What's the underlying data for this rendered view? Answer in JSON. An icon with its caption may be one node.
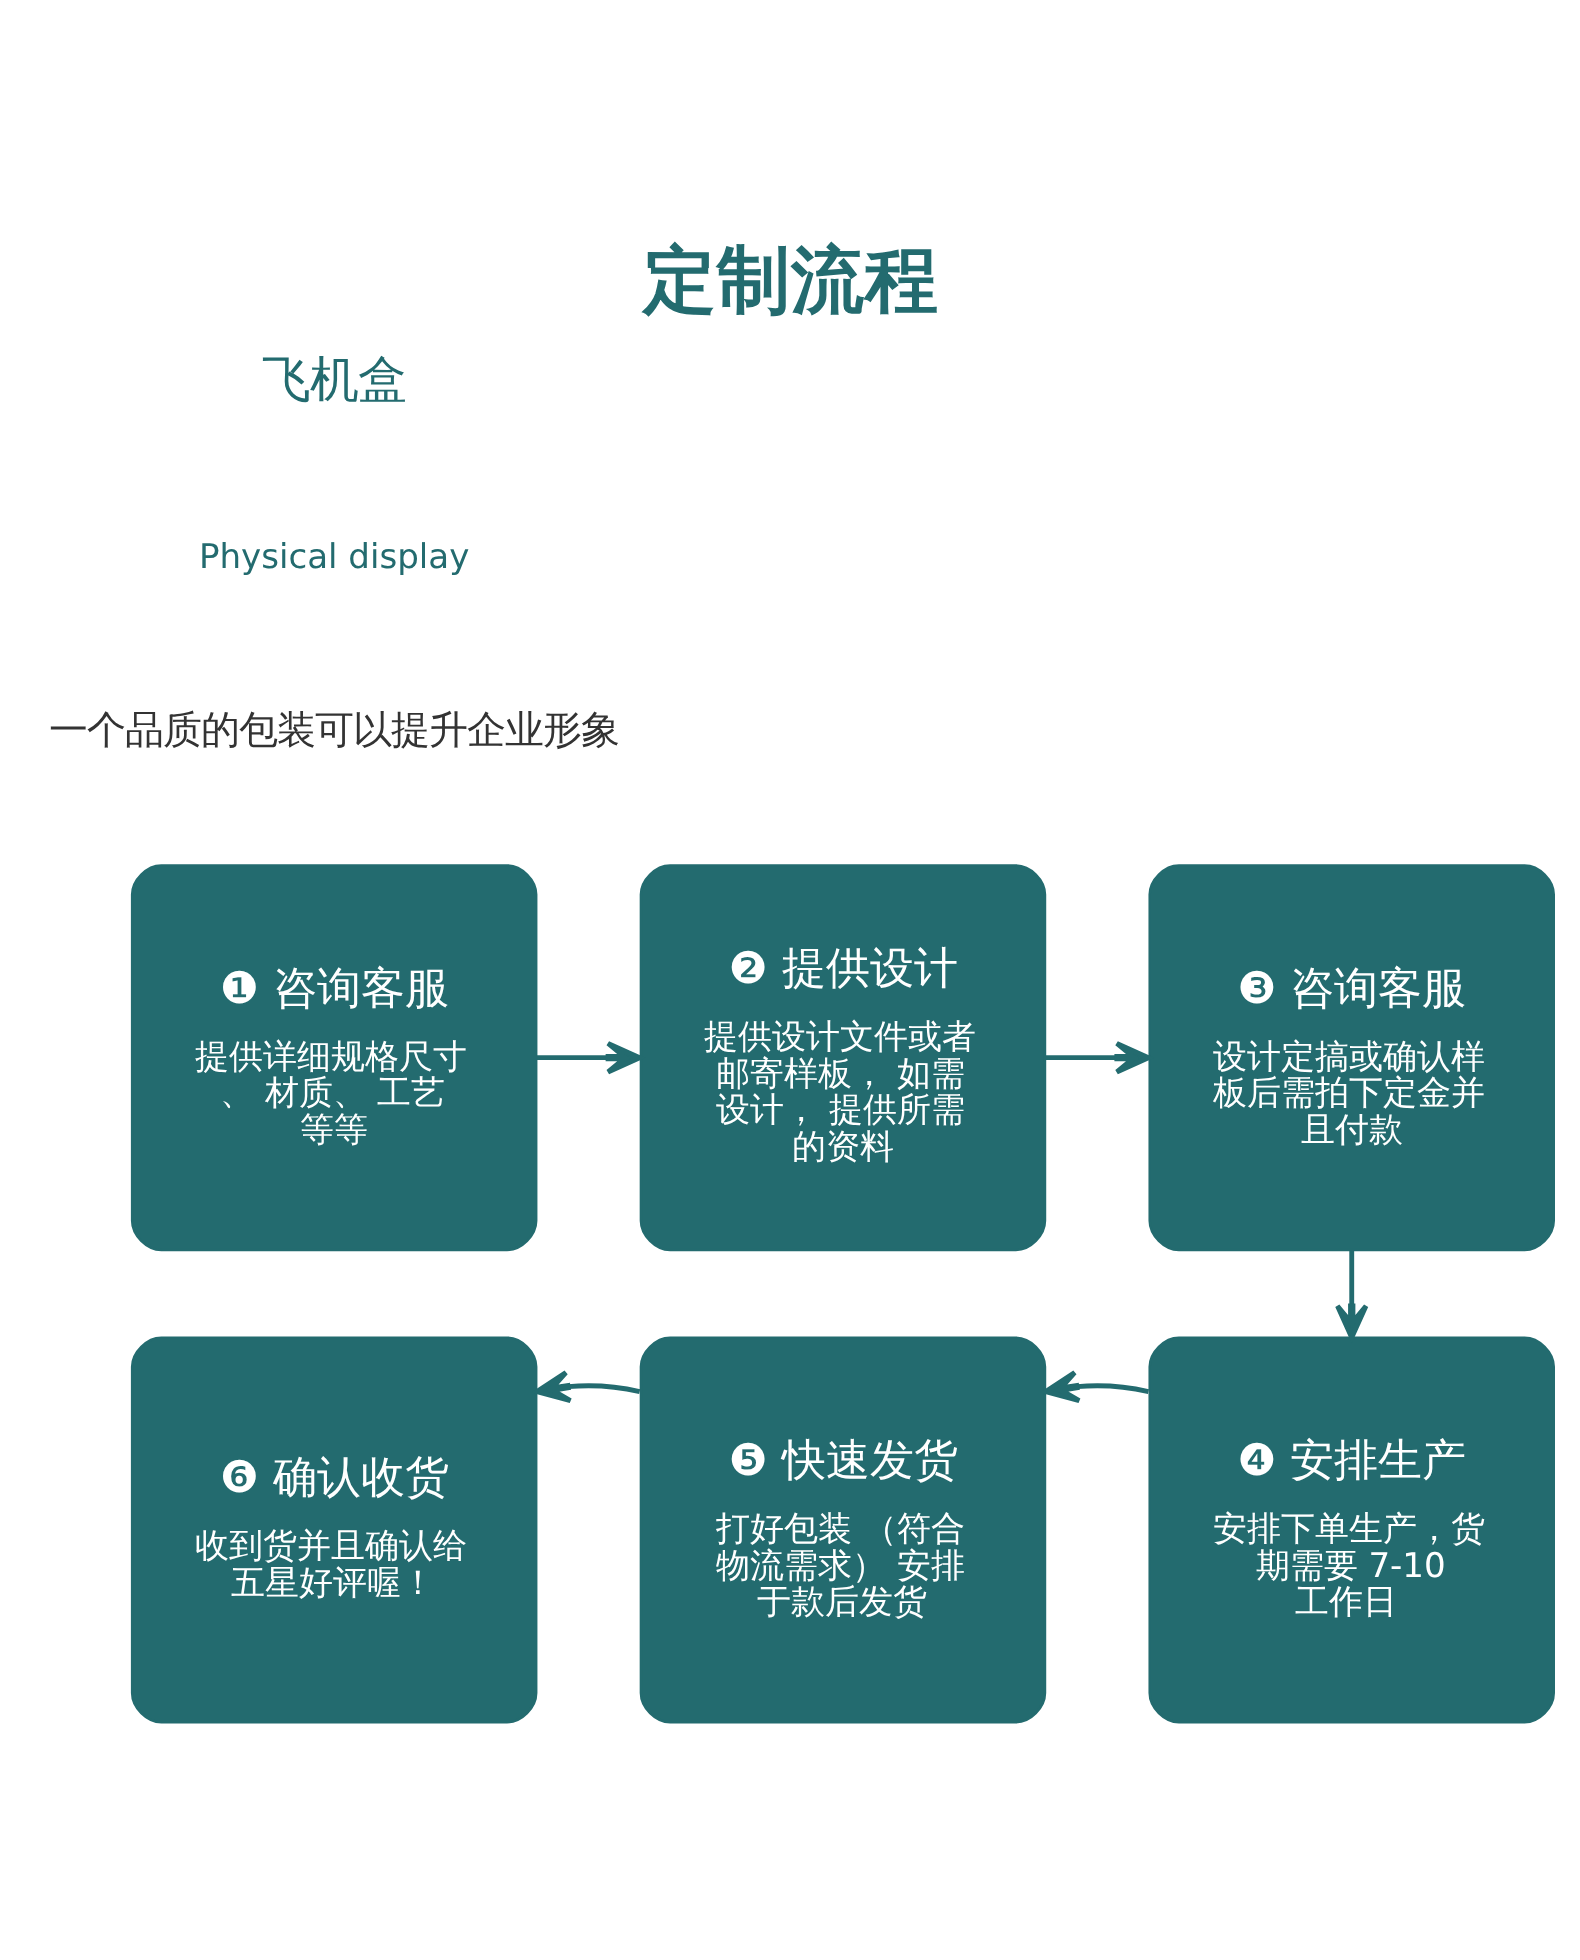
{
  "diagram": {
    "title": "定制流程",
    "nodes": [
      {
        "text": [
          "❶ 咨询客服",
          "提供详细规格尺寸、 材质、 工艺等等"
        ]
      },
      {
        "text": [
          "❷ 提供设计",
          "提供设计文件或者邮寄样板， 如需设计， 提供所需的资料"
        ]
      },
      {
        "text": [
          "❸ 咨询客服",
          "设计定搞或确认样板后需拍下定金并且付款"
        ]
      },
      {
        "text": [
          "❻ 确认收货",
          "收到货并且确认给五星好评喔！"
        ]
      },
      {
        "text": [
          "❺ 快速发货",
          "打好包装 （符合物流需求） 安排于款后发货"
        ]
      },
      {
        "text": [
          "❹ 安排生产",
          "安排下单生产，货期需要 7-10 工作日"
        ]
      }
    ],
    "edges": [
      {
        "from": 0,
        "to": 1,
        "arrow": "to"
      },
      {
        "from": 1,
        "to": 2,
        "arrow": "to"
      },
      {
        "from": 2,
        "to": 5,
        "arrow": "to"
      },
      {
        "from": 5,
        "to": 4,
        "arrow": "to"
      },
      {
        "from": 4,
        "to": 3,
        "arrow": "to"
      }
    ],
    "labels": [
      "飞机盒",
      "Physical display",
      "一个品质的包装可以提升企业形象"
    ]
  }
}
